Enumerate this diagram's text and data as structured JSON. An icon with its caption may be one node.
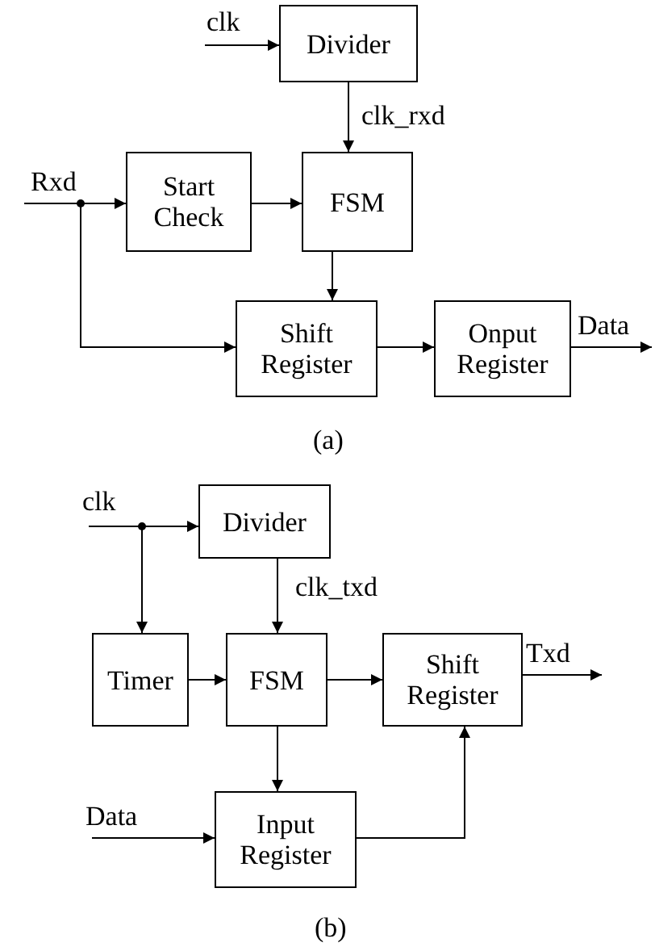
{
  "diagram": {
    "nodes": [
      {
        "text": [
          "Divider"
        ]
      },
      {
        "text": [
          "Start Check"
        ]
      },
      {
        "text": [
          "FSM"
        ]
      },
      {
        "text": [
          "Shift Register"
        ]
      },
      {
        "text": [
          "Onput Register"
        ]
      },
      {
        "text": [
          "Divider"
        ]
      },
      {
        "text": [
          "Timer"
        ]
      },
      {
        "text": [
          "FSM"
        ]
      },
      {
        "text": [
          "Shift Register"
        ]
      },
      {
        "text": [
          "Input Register"
        ]
      }
    ],
    "edges": [
      {
        "from": null,
        "to": 0,
        "arrow": "to",
        "label": "clk"
      },
      {
        "from": 0,
        "to": 2,
        "arrow": "to",
        "label": "clk_rxd"
      },
      {
        "from": null,
        "to": 1,
        "arrow": "to",
        "label": "Rxd"
      },
      {
        "from": null,
        "to": 3,
        "arrow": "to"
      },
      {
        "from": 1,
        "to": 2,
        "arrow": "to"
      },
      {
        "from": 2,
        "to": 3,
        "arrow": "to"
      },
      {
        "from": 3,
        "to": 4,
        "arrow": "to"
      },
      {
        "from": 4,
        "to": null,
        "arrow": "to",
        "label": "Data"
      },
      {
        "from": null,
        "to": 5,
        "arrow": "to",
        "label": "clk"
      },
      {
        "from": null,
        "to": 6,
        "arrow": "to"
      },
      {
        "from": 5,
        "to": 7,
        "arrow": "to",
        "label": "clk_txd"
      },
      {
        "from": 6,
        "to": 7,
        "arrow": "to"
      },
      {
        "from": 7,
        "to": 8,
        "arrow": "to"
      },
      {
        "from": 7,
        "to": 9,
        "arrow": "to"
      },
      {
        "from": null,
        "to": 9,
        "arrow": "to",
        "label": "Data"
      },
      {
        "from": 9,
        "to": 8,
        "arrow": "to"
      },
      {
        "from": 8,
        "to": null,
        "arrow": "to",
        "label": "Txd"
      }
    ],
    "labels": [
      "(a)",
      "(b)"
    ]
  }
}
